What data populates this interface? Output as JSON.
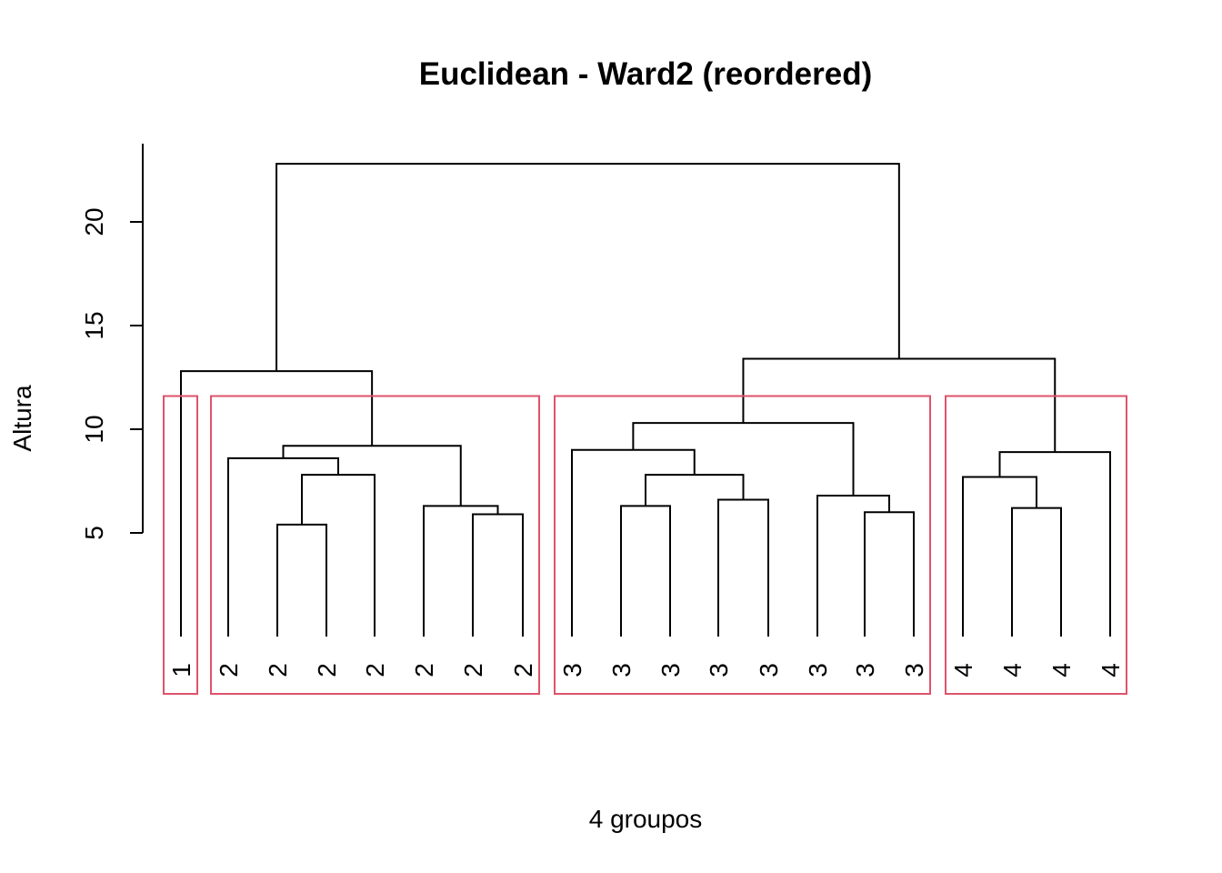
{
  "chart_data": {
    "type": "dendrogram",
    "title": "Euclidean - Ward2 (reordered)",
    "xlabel": "4 groupos",
    "ylabel": "Altura",
    "y_ticks": [
      5,
      10,
      15,
      20
    ],
    "leaf_labels": [
      "1",
      "2",
      "2",
      "2",
      "2",
      "2",
      "2",
      "2",
      "3",
      "3",
      "3",
      "3",
      "3",
      "3",
      "3",
      "3",
      "4",
      "4",
      "4",
      "4"
    ],
    "merges": [
      {
        "left": [
          0
        ],
        "right": [
          1,
          2,
          3,
          4,
          5,
          6,
          7
        ],
        "height": 12.8
      },
      {
        "left": [
          1,
          2,
          3,
          4
        ],
        "right": [
          5,
          6,
          7
        ],
        "height": 9.2
      },
      {
        "left": [
          1
        ],
        "right": [
          2,
          3,
          4
        ],
        "height": 8.6
      },
      {
        "left": [
          2,
          3
        ],
        "right": [
          4
        ],
        "height": 7.8
      },
      {
        "left": [
          2
        ],
        "right": [
          3
        ],
        "height": 5.4
      },
      {
        "left": [
          5
        ],
        "right": [
          6,
          7
        ],
        "height": 6.3
      },
      {
        "left": [
          6
        ],
        "right": [
          7
        ],
        "height": 5.9
      },
      {
        "left": [
          8,
          9,
          10,
          11,
          12
        ],
        "right": [
          13,
          14,
          15
        ],
        "height": 10.3
      },
      {
        "left": [
          8
        ],
        "right": [
          9,
          10,
          11,
          12
        ],
        "height": 9.0
      },
      {
        "left": [
          9,
          10
        ],
        "right": [
          11,
          12
        ],
        "height": 7.8
      },
      {
        "left": [
          9
        ],
        "right": [
          10
        ],
        "height": 6.3
      },
      {
        "left": [
          11
        ],
        "right": [
          12
        ],
        "height": 6.6
      },
      {
        "left": [
          13
        ],
        "right": [
          14,
          15
        ],
        "height": 6.8
      },
      {
        "left": [
          14
        ],
        "right": [
          15
        ],
        "height": 6.0
      },
      {
        "left": [
          16,
          17,
          18
        ],
        "right": [
          19
        ],
        "height": 8.9
      },
      {
        "left": [
          16
        ],
        "right": [
          17,
          18
        ],
        "height": 7.7
      },
      {
        "left": [
          17
        ],
        "right": [
          18
        ],
        "height": 6.2
      },
      {
        "left": [
          8,
          9,
          10,
          11,
          12,
          13,
          14,
          15
        ],
        "right": [
          16,
          17,
          18,
          19
        ],
        "height": 13.4
      },
      {
        "left": [
          0,
          1,
          2,
          3,
          4,
          5,
          6,
          7
        ],
        "right": [
          8,
          9,
          10,
          11,
          12,
          13,
          14,
          15,
          16,
          17,
          18,
          19
        ],
        "height": 22.8
      }
    ],
    "groups": [
      {
        "label": "1",
        "leaves": [
          0,
          0
        ]
      },
      {
        "label": "2",
        "leaves": [
          1,
          7
        ]
      },
      {
        "label": "3",
        "leaves": [
          8,
          15
        ]
      },
      {
        "label": "4",
        "leaves": [
          16,
          19
        ]
      }
    ],
    "colors": {
      "tree": "#000000",
      "box": "#DF536B"
    }
  }
}
